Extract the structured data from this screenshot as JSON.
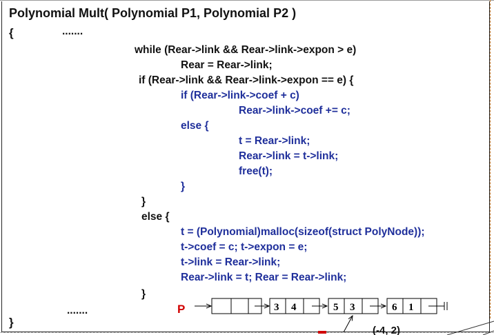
{
  "title": "Polynomial Mult( Polynomial P1, Polynomial P2 )",
  "open_brace": "{",
  "ellipsis_top": ".......",
  "code": {
    "l1": "while (Rear->link && Rear->link->expon > e)",
    "l2": "Rear = Rear->link;",
    "l3": "if (Rear->link && Rear->link->expon == e) {",
    "l4": "if (Rear->link->coef + c)",
    "l5": "Rear->link->coef += c;",
    "l6": "else {",
    "l7": "t = Rear->link;",
    "l8": "Rear->link = t->link;",
    "l9": "free(t);",
    "l10": "}",
    "l11": "}",
    "l12": "else {",
    "l13": "t = (Polynomial)malloc(sizeof(struct PolyNode));",
    "l14": "t->coef = c; t->expon = e;",
    "l15": "t->link = Rear->link;",
    "l16": "Rear->link = t; Rear = Rear->link;",
    "l17": "}"
  },
  "ellipsis_bottom": ".......",
  "close_brace": "}",
  "diagram": {
    "head_label": "P",
    "nodes": [
      {
        "coef": "",
        "expon": ""
      },
      {
        "coef": "3",
        "expon": "4"
      },
      {
        "coef": "5",
        "expon": "3"
      },
      {
        "coef": "6",
        "expon": "1"
      }
    ],
    "annotation": "(-4, 2)"
  },
  "colors": {
    "keyword_black": "#111111",
    "code_blue": "#1f2f9b",
    "pointer_red": "#d10000"
  }
}
